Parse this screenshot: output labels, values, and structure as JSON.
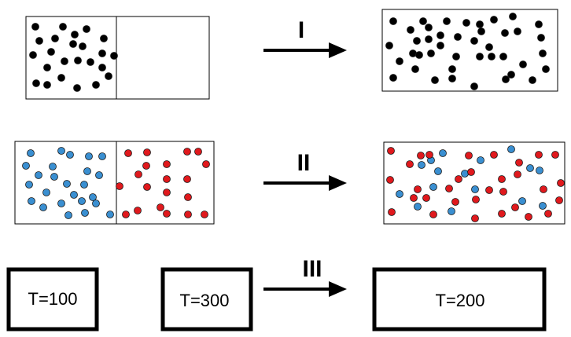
{
  "colors": {
    "black_particle": "#000000",
    "blue_particle": "#3a8fd1",
    "red_particle": "#e0191d"
  },
  "processes": [
    {
      "label": "I"
    },
    {
      "label": "II"
    },
    {
      "label": "III"
    }
  ],
  "temperatures": {
    "left": "T=100",
    "middle": "T=300",
    "right": "T=200"
  }
}
